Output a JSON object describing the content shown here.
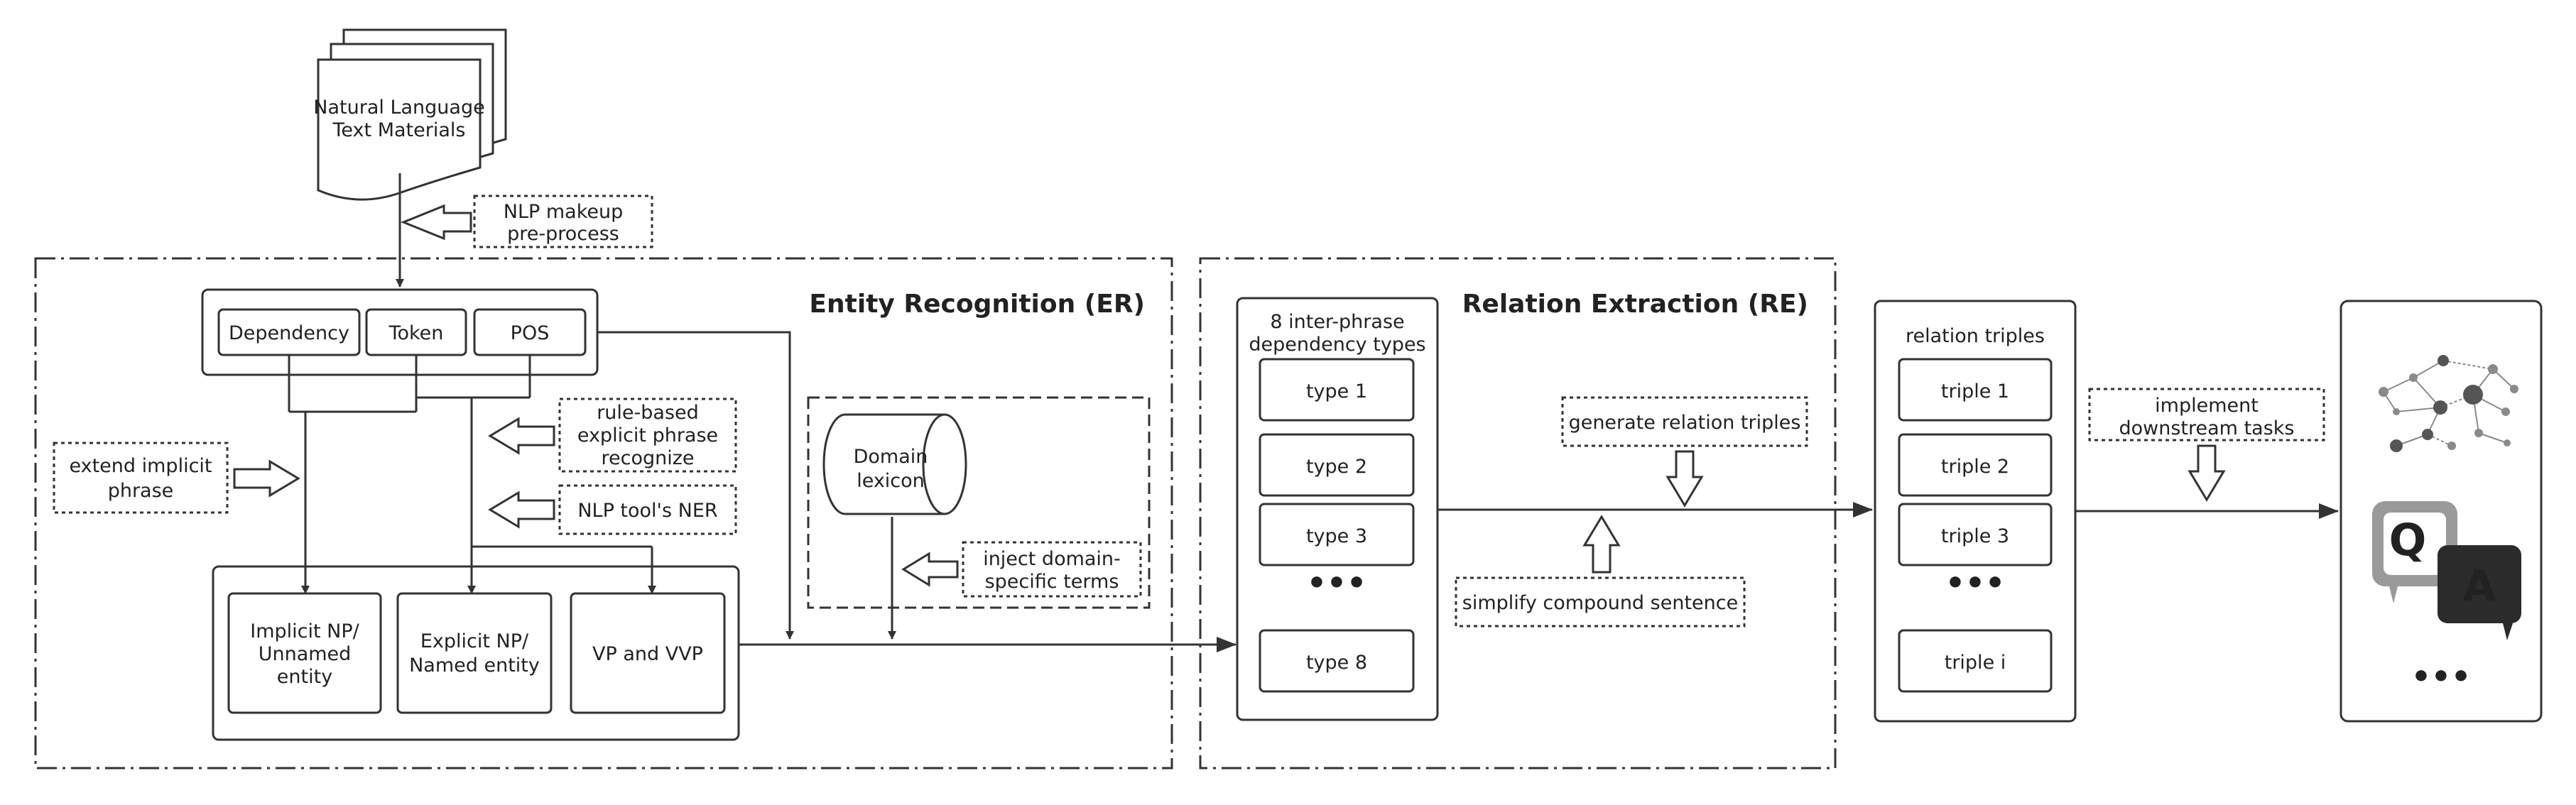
{
  "source": {
    "line1": "Natural Language",
    "line2": "Text Materials"
  },
  "preprocess_note": {
    "line1": "NLP makeup",
    "line2": "pre-process"
  },
  "entity_recognition": {
    "title": "Entity Recognition (ER)",
    "nlp_outputs": [
      "Dependency",
      "Token",
      "POS"
    ],
    "extend_note": {
      "line1": "extend implicit",
      "line2": "phrase"
    },
    "rule_note": {
      "line1": "rule-based",
      "line2": "explicit phrase",
      "line3": "recognize"
    },
    "ner_note": "NLP tool's NER",
    "domain_lexicon": {
      "line1": "Domain",
      "line2": "lexicon"
    },
    "inject_note": {
      "line1": "inject domain-",
      "line2": "specific terms"
    },
    "phrases": [
      {
        "line1": "Implicit NP/",
        "line2": "Unnamed",
        "line3": "entity"
      },
      {
        "line1": "Explicit NP/",
        "line2": "Named entity"
      },
      {
        "line1": "VP and VVP"
      }
    ]
  },
  "relation_extraction": {
    "title": "Relation Extraction (RE)",
    "dep_types_header": {
      "line1": "8 inter-phrase",
      "line2": "dependency types"
    },
    "dep_types": [
      "type 1",
      "type 2",
      "type 3",
      "•••",
      "type 8"
    ],
    "generate_note": "generate relation triples",
    "simplify_note": "simplify compound sentence"
  },
  "triples": {
    "header": "relation triples",
    "items": [
      "triple 1",
      "triple 2",
      "triple 3",
      "•••",
      "triple i"
    ]
  },
  "downstream": {
    "note": {
      "line1": "implement",
      "line2": "downstream tasks"
    },
    "qa_letters": {
      "q": "Q",
      "a": "A"
    },
    "more": "•••",
    "icons": [
      "knowledge-graph-icon",
      "question-answer-icon"
    ]
  },
  "colors": {
    "stroke": "#333333",
    "graph_node": "#8a8a8a",
    "graph_node_dark": "#555555",
    "qa_grey": "#9a9a9a",
    "qa_dark": "#2b2b2b"
  }
}
